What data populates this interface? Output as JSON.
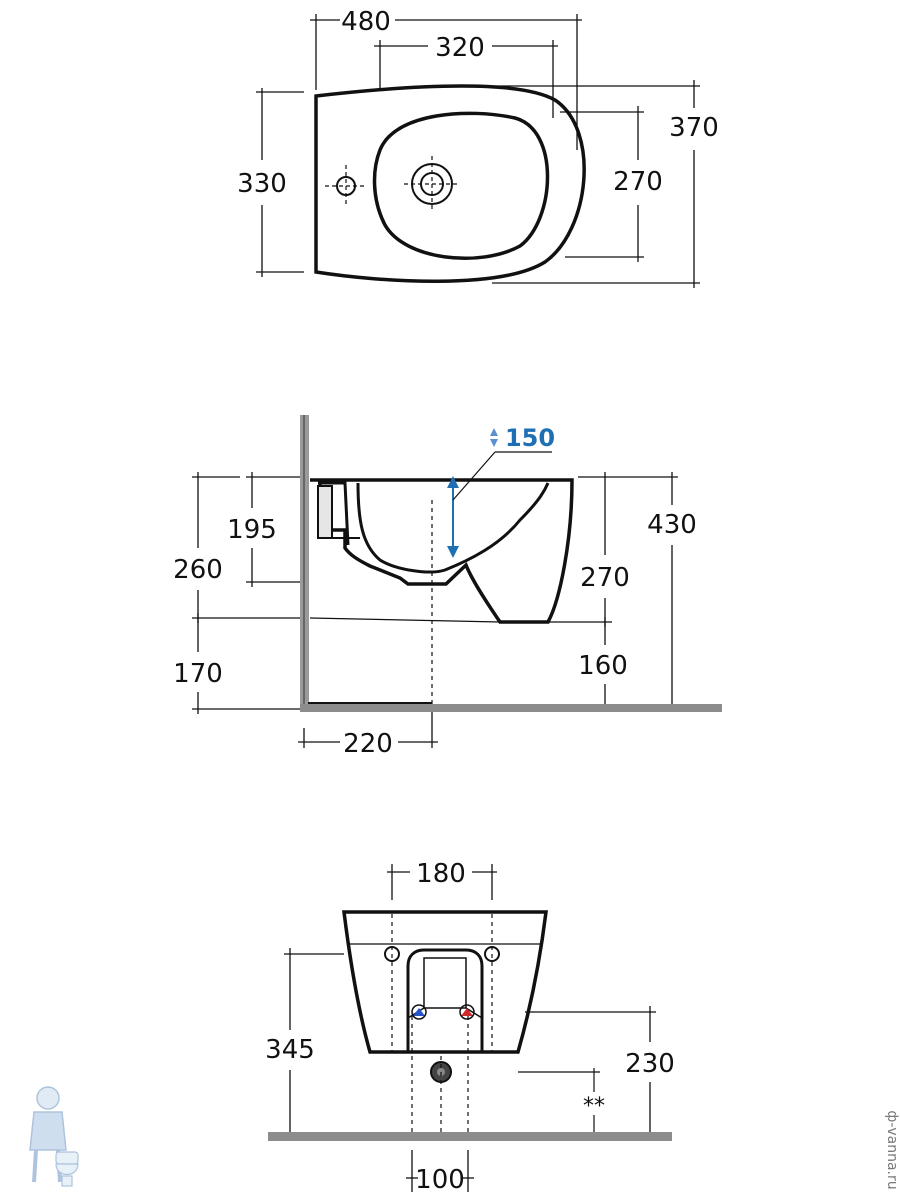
{
  "top_view": {
    "dim_width": "480",
    "dim_bowl_width": "320",
    "dim_depth_left": "330",
    "dim_bowl_depth": "270",
    "dim_overall_depth": "370"
  },
  "side_view": {
    "dim_adjust": "150",
    "dim_195": "195",
    "dim_260": "260",
    "dim_170": "170",
    "dim_270": "270",
    "dim_430": "430",
    "dim_160": "160",
    "dim_220": "220"
  },
  "rear_view": {
    "dim_180": "180",
    "dim_345": "345",
    "dim_230": "230",
    "note": "**",
    "dim_100": "100"
  },
  "watermark": "ф-vanna.ru",
  "colors": {
    "line": "#111111",
    "dimension_blue": "#1f6fb5",
    "floor": "#8c8c8c",
    "wall": "#9a9a9a",
    "cold_marker": "#2455c8",
    "hot_marker": "#d22a2a"
  }
}
